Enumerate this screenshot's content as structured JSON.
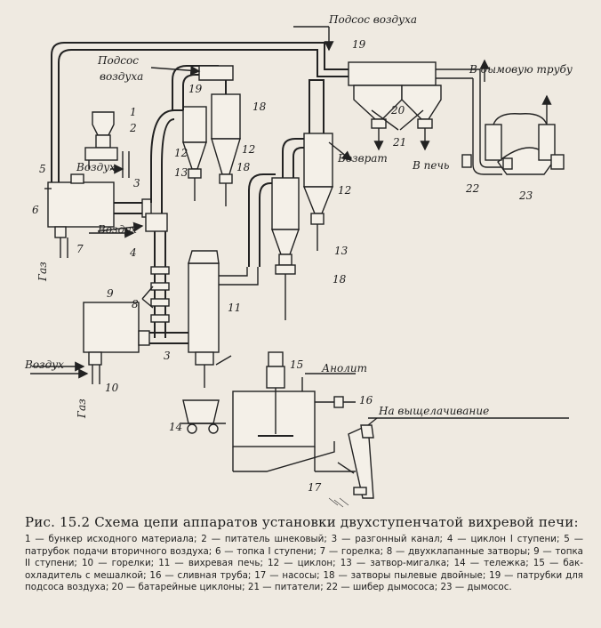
{
  "labels": {
    "air_suction_top": "Подсос воздуха",
    "air_suction_mid_1": "Подсос",
    "air_suction_mid_2": "воздуха",
    "to_chimney": "В дымовую трубу",
    "return": "Возврат",
    "to_furnace": "В печь",
    "air_1": "Воздух",
    "air_2": "Воздух",
    "air_3": "Воздух",
    "gas_1": "Газ",
    "gas_2": "Газ",
    "anolyte": "Анолит",
    "to_leaching": "На выщелачивание"
  },
  "numbers": {
    "n1": "1",
    "n2": "2",
    "n3a": "3",
    "n3b": "3",
    "n4": "4",
    "n5": "5",
    "n6": "6",
    "n7": "7",
    "n8": "8",
    "n9": "9",
    "n10": "10",
    "n11": "11",
    "n12a": "12",
    "n12b": "12",
    "n12c": "12",
    "n13a": "13",
    "n13b": "13",
    "n14": "14",
    "n15": "15",
    "n16": "16",
    "n17": "17",
    "n18a": "18",
    "n18b": "18",
    "n18c": "18",
    "n19a": "19",
    "n19b": "19",
    "n20": "20",
    "n21": "21",
    "n22": "22",
    "n23": "23"
  },
  "caption": {
    "title": "Рис. 15.2 Схема цепи аппаратов установки двухступенчатой вихревой печи:",
    "legend": "1 — бункер исходного материала; 2 — питатель шнековый; 3 — разгонный канал; 4 — циклон I ступени; 5 — патрубок подачи вторичного воздуха; 6 — топка I ступени; 7 — горелка; 8 — двухклапанные затворы; 9 — топка II ступени; 10 — горелки; 11 — вихревая печь; 12 — циклон; 13 — затвор-мигалка; 14 — тележка; 15 — бак-охладитель с мешалкой; 16 — сливная труба; 17 — насосы; 18 — затворы пылевые двойные; 19 — патрубки для подсоса воздуха; 20 — батарейные циклоны; 21 — питатели; 22 — шибер дымососа; 23 — дымосос."
  },
  "colors": {
    "ink": "#1e1e1e",
    "paper": "#efeae1"
  }
}
